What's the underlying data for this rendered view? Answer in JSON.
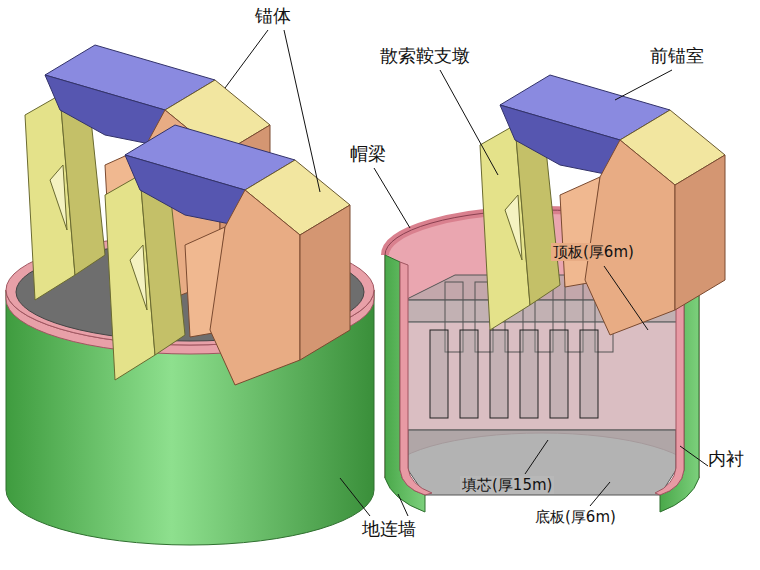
{
  "diagram": {
    "labels": [
      "锚体",
      "散索鞍支墩",
      "前锚室",
      "帽梁",
      "顶板(厚6m)",
      "填芯(厚15m)",
      "内衬",
      "底板(厚6m)",
      "地连墙"
    ]
  }
}
